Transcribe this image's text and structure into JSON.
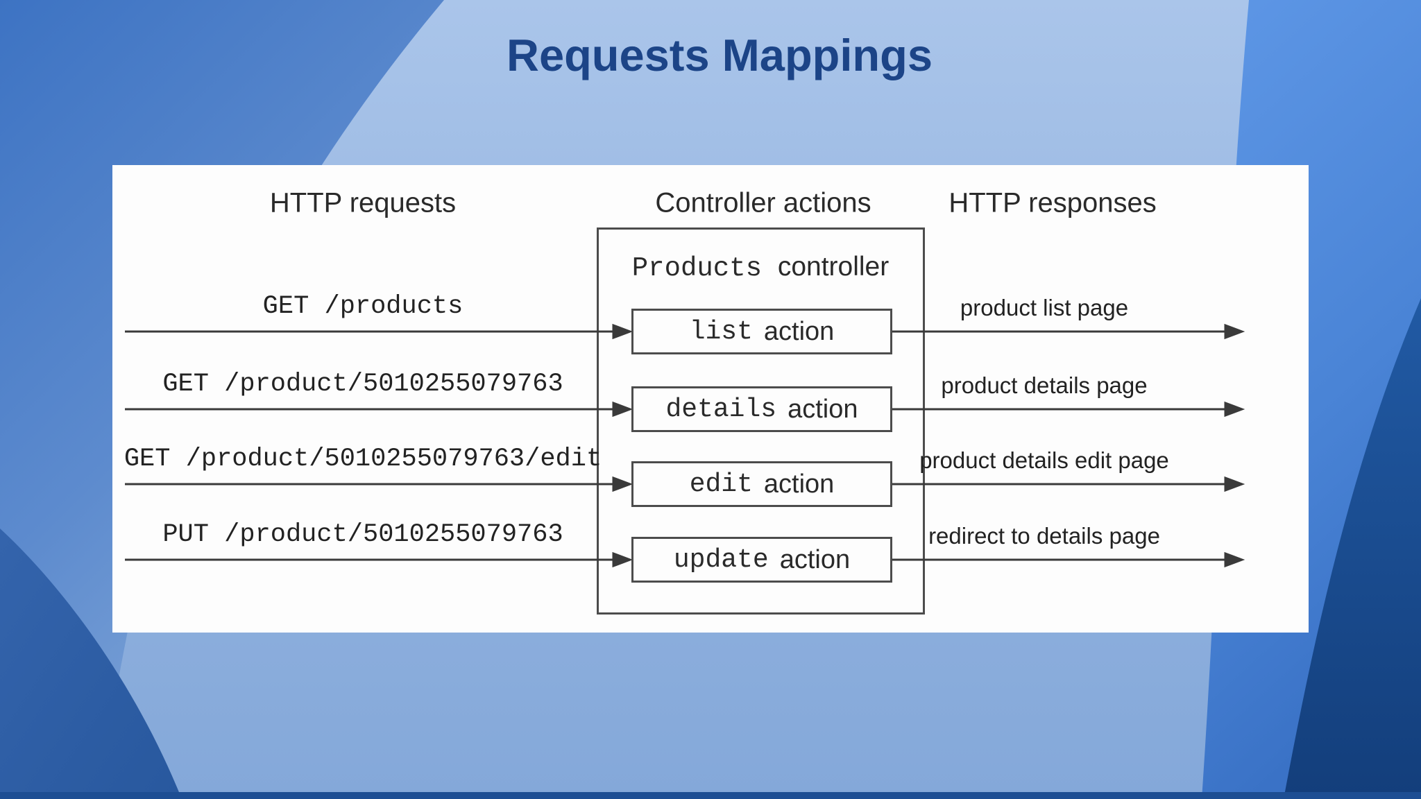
{
  "slide": {
    "title": "Requests Mappings"
  },
  "diagram": {
    "columns": {
      "requests": "HTTP requests",
      "actions": "Controller actions",
      "responses": "HTTP responses"
    },
    "controller": {
      "name": "Products",
      "suffix": "controller"
    },
    "rows": [
      {
        "request": "GET /products",
        "action": "list",
        "action_suffix": "action",
        "response": "product list page"
      },
      {
        "request": "GET /product/5010255079763",
        "action": "details",
        "action_suffix": "action",
        "response": "product details page"
      },
      {
        "request": "GET /product/5010255079763/edit",
        "action": "edit",
        "action_suffix": "action",
        "response": "product details edit page"
      },
      {
        "request": "PUT /product/5010255079763",
        "action": "update",
        "action_suffix": "action",
        "response": "redirect to details page"
      }
    ]
  },
  "colors": {
    "title_navy": "#1c4487",
    "diagram_text": "#2a2a2a",
    "diagram_line": "#3a3a3a",
    "panel_white": "#fdfdfd",
    "bg_light_blue": "#97b7e2",
    "bg_band_blue": "#4579c7",
    "bg_bright_blue": "#5e97e6",
    "bg_navy": "#1c4f99",
    "bg_bottom_bar": "#1d4e93"
  }
}
